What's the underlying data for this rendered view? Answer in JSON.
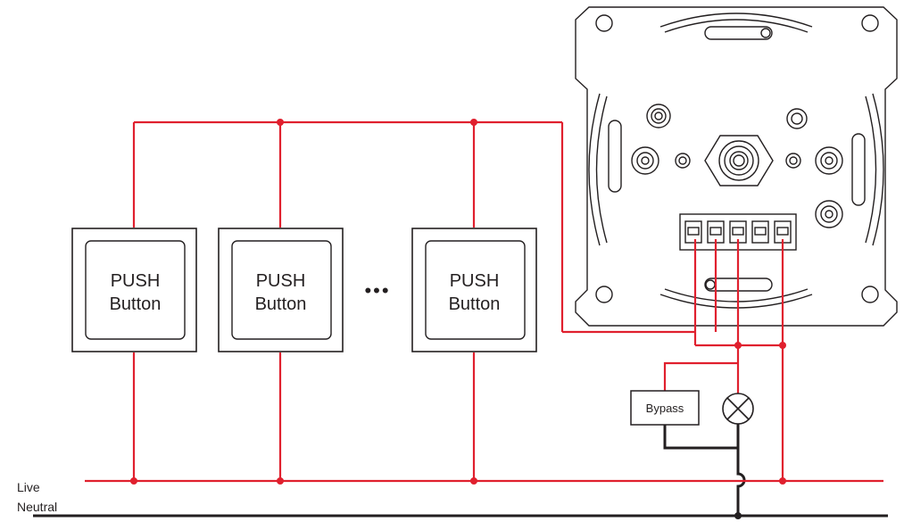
{
  "buttons": [
    {
      "line1": "PUSH",
      "line2": "Button"
    },
    {
      "line1": "PUSH",
      "line2": "Button"
    },
    {
      "line1": "PUSH",
      "line2": "Button"
    }
  ],
  "ellipsis": "•••",
  "bypass_label": "Bypass",
  "rails": {
    "live_label": "Live",
    "neutral_label": "Neutral"
  },
  "colors": {
    "live_wire": "#e0202e",
    "neutral_wire": "#231f20",
    "outline": "#231f20"
  },
  "icons": [
    "lamp-symbol-icon",
    "dimmer-module-icon"
  ]
}
